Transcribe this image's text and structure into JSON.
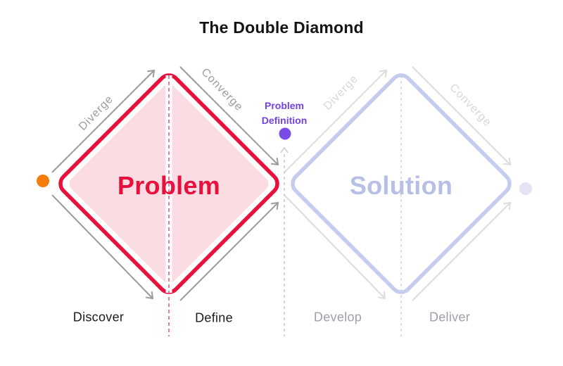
{
  "title": "The Double Diamond",
  "diagram": {
    "problem_diamond": {
      "label": "Problem",
      "diverge_label": "Diverge",
      "converge_label": "Converge",
      "border_color": "#E8113D",
      "fill_color": "#FBDCE3",
      "label_color": "#E8113D",
      "arrow_color": "#9B9B9F"
    },
    "solution_diamond": {
      "label": "Solution",
      "diverge_label": "Diverge",
      "converge_label": "Converge",
      "border_color": "#C6CCEE",
      "fill_color": "#FFFFFF",
      "label_color": "#B8BFE7",
      "arrow_color": "#DCDCDE"
    },
    "milestone": {
      "line1": "Problem",
      "line2": "Definition",
      "text_color": "#7442E3",
      "dot_color": "#7B4BE8"
    },
    "phases": [
      {
        "label": "Discover",
        "color": "#1B1B1B"
      },
      {
        "label": "Define",
        "color": "#1B1B1B"
      },
      {
        "label": "Develop",
        "color": "#9DA0A8"
      },
      {
        "label": "Deliver",
        "color": "#9DA0A8"
      }
    ],
    "dots": {
      "start_dot_color": "#F57D0E",
      "end_dot_color": "#E7E1F6"
    }
  }
}
